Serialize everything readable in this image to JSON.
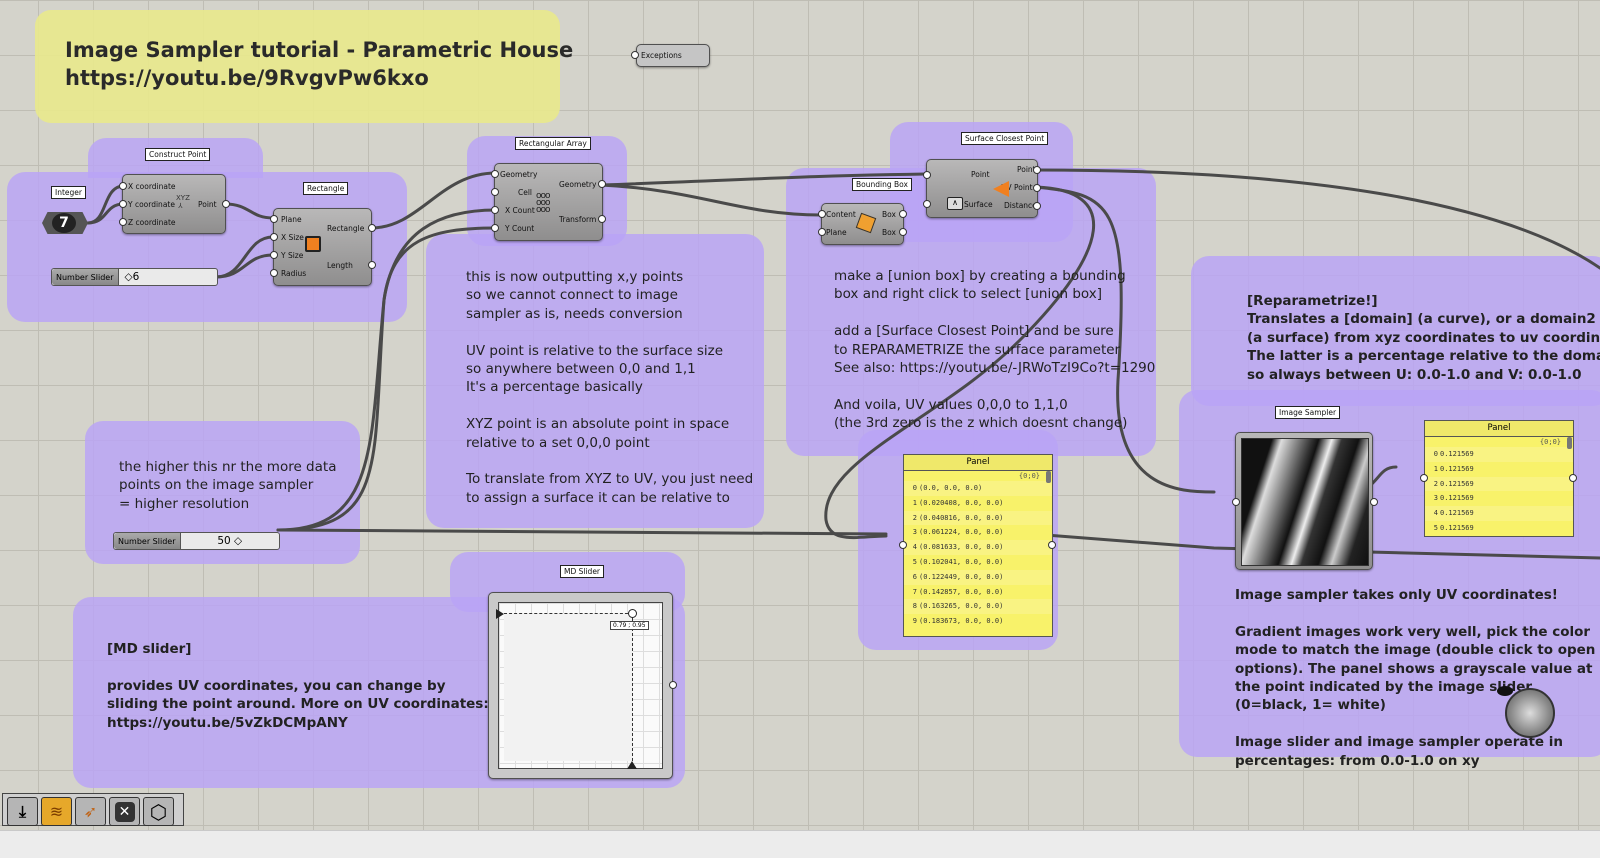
{
  "colors": {
    "group": "#baa4f6",
    "canvas": "#d4d3cb",
    "panel": "#f8f26a",
    "title_group": "#e9e98c",
    "wire": "#4a4a4a"
  },
  "title_note": "Image Sampler tutorial - Parametric House\nhttps://youtu.be/9RvgvPw6kxo",
  "exceptions": {
    "label": "Exceptions"
  },
  "integer": {
    "tag": "Integer",
    "value": "7"
  },
  "construct_point": {
    "tag": "Construct Point",
    "inputs": [
      "X coordinate",
      "Y coordinate",
      "Z coordinate"
    ],
    "output": "Point",
    "icon": "xyz-icon"
  },
  "rectangle": {
    "tag": "Rectangle",
    "inputs": [
      "Plane",
      "X Size",
      "Y Size",
      "Radius"
    ],
    "outputs": [
      "Rectangle",
      "Length"
    ],
    "icon": "rectangle-icon"
  },
  "number_slider_1": {
    "label": "Number Slider",
    "value": "6"
  },
  "rect_array": {
    "tag": "Rectangular Array",
    "inputs": [
      "Geometry",
      "Cell",
      "X Count",
      "Y Count"
    ],
    "outputs": [
      "Geometry",
      "Transform"
    ],
    "icon": "grid-dots-icon"
  },
  "bounding_box": {
    "tag": "Bounding Box",
    "inputs": [
      "Content",
      "Plane"
    ],
    "outputs": [
      "Box",
      "Box"
    ],
    "icon": "box-icon"
  },
  "surface_closest_point": {
    "tag": "Surface Closest Point",
    "inputs": [
      "Point",
      "Surface"
    ],
    "outputs": [
      "Point",
      "UV Point",
      "Distance"
    ],
    "icon": "cone-icon"
  },
  "note_array": "this is now outputting x,y points\nso we cannot connect to image\nsampler as is, needs conversion\n\nUV point is relative to the surface size\nso anywhere between 0,0 and 1,1\nIt's a percentage basically\n\nXYZ point is an absolute point in space\nrelative to a set 0,0,0 point\n\nTo translate from XYZ to UV, you just need\nto assign a surface it can be relative to",
  "note_union": "make a [union box] by creating a bounding\nbox and right click to select [union box]\n\nadd a [Surface Closest Point] and be sure\nto REPARAMETRIZE the surface parameter\nSee also: https://youtu.be/-JRWoTzI9Co?t=1290\n\nAnd voila, UV values 0,0,0 to 1,1,0\n(the 3rd zero is the z which doesnt change)",
  "note_reparam": "[Reparametrize!]\nTranslates a [domain] (a curve), or a domain2\n(a surface) from xyz coordinates to uv coordinates\nThe latter is a percentage relative to the domain\nso always between U: 0.0-1.0 and V: 0.0-1.0",
  "note_resolution": "the higher this nr the more data\npoints on the image sampler\n= higher resolution",
  "number_slider_2": {
    "label": "Number Slider",
    "value": "50"
  },
  "md_slider": {
    "tag": "MD Slider",
    "readout": "0.79 ; 0.95"
  },
  "note_md": "[MD slider]\n\nprovides UV coordinates, you can change by\nsliding the point around. More on UV coordinates:\nhttps://youtu.be/5vZkDCMpANY",
  "panel_1": {
    "title": "Panel",
    "path": "{0;0}",
    "rows": [
      "(0.0, 0.0, 0.0)",
      "(0.020408, 0.0, 0.0)",
      "(0.040816, 0.0, 0.0)",
      "(0.061224, 0.0, 0.0)",
      "(0.081633, 0.0, 0.0)",
      "(0.102041, 0.0, 0.0)",
      "(0.122449, 0.0, 0.0)",
      "(0.142857, 0.0, 0.0)",
      "(0.163265, 0.0, 0.0)",
      "(0.183673, 0.0, 0.0)"
    ]
  },
  "image_sampler": {
    "tag": "Image Sampler"
  },
  "panel_2": {
    "title": "Panel",
    "path": "{0;0}",
    "rows": [
      "0.121569",
      "0.121569",
      "0.121569",
      "0.121569",
      "0.121569",
      "0.121569"
    ]
  },
  "note_sampler": "Image sampler takes only UV coordinates!\n\nGradient images work very well, pick the color\nmode to match the image (double click to open\noptions). The panel shows a grayscale value at\nthe point indicated by the image slider\n(0=black, 1= white)\n\nImage slider and image sampler operate in\npercentages: from 0.0-1.0 on xy",
  "toolbar": {
    "icons": [
      "download-icon",
      "preview-mesh-icon",
      "wire-pick-icon",
      "disable-icon",
      "hexagon-icon"
    ]
  }
}
